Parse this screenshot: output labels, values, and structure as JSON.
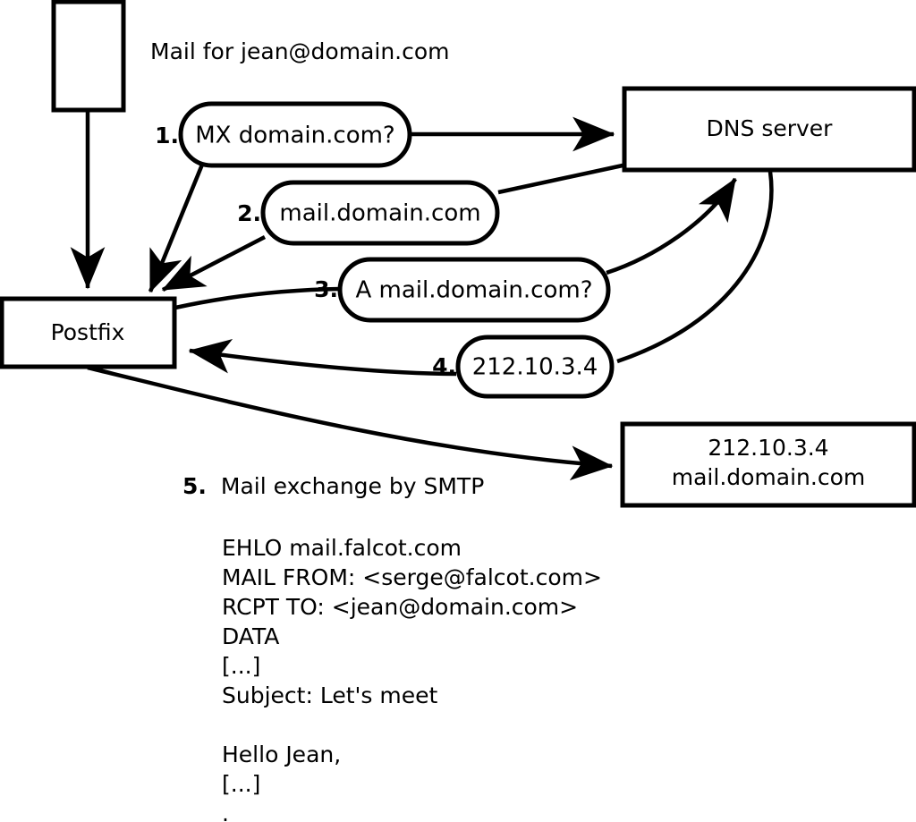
{
  "diagram": {
    "caption": "Mail for jean@domain.com",
    "nodes": {
      "client": {
        "label": ""
      },
      "postfix": {
        "label": "Postfix"
      },
      "dns": {
        "label": "DNS server"
      },
      "mailserver": {
        "line1": "212.10.3.4",
        "line2": "mail.domain.com"
      }
    },
    "steps": [
      {
        "num": "1.",
        "label": "MX domain.com?"
      },
      {
        "num": "2.",
        "label": "mail.domain.com"
      },
      {
        "num": "3.",
        "label": "A mail.domain.com?"
      },
      {
        "num": "4.",
        "label": "212.10.3.4"
      }
    ],
    "step5": {
      "num": "5.",
      "label": "Mail exchange by SMTP"
    },
    "smtp_transcript": [
      "EHLO mail.falcot.com",
      "MAIL FROM: <serge@falcot.com>",
      "RCPT TO: <jean@domain.com>",
      "DATA",
      "[...]",
      "Subject: Let's meet",
      "",
      "Hello Jean,",
      "[...]",
      "."
    ]
  },
  "colors": {
    "stroke": "#000000",
    "fill": "#ffffff",
    "background": "#ffffff"
  }
}
